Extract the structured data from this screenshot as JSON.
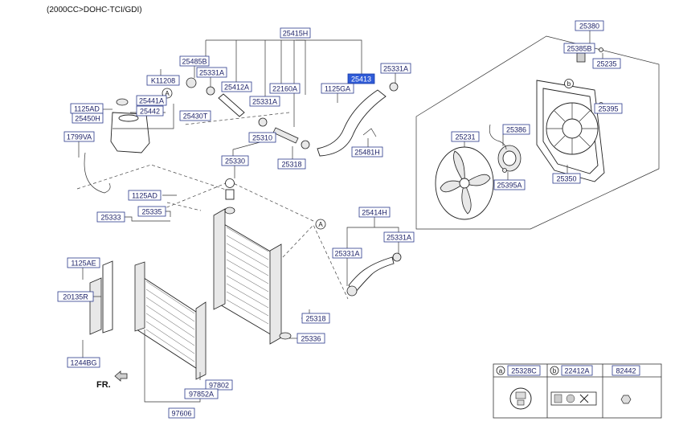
{
  "header": {
    "title": "(2000CC>DOHC-TCI/GDI)"
  },
  "labels": [
    "25415H",
    "25485B",
    "25331A",
    "K11208",
    "25412A",
    "22160A",
    "25331A",
    "25413",
    "25331A",
    "1125GA",
    "25441A",
    "25442",
    "1125AD",
    "25450H",
    "25430T",
    "1799VA",
    "25310",
    "25318",
    "25481H",
    "25330",
    "1125AD",
    "25335",
    "25333",
    "25414H",
    "25331A",
    "25331A",
    "1125AE",
    "20135R",
    "25318",
    "25336",
    "1244BG",
    "97802",
    "97852A",
    "97606",
    "25380",
    "25385B",
    "25235",
    "25395",
    "25386",
    "25231",
    "25395A",
    "25350"
  ],
  "selected_index": 7,
  "circle_markers": [
    "A",
    "A",
    "b"
  ],
  "front_indicator": "FR.",
  "legend": {
    "items": [
      {
        "marker": "a",
        "code": "25328C"
      },
      {
        "marker": "b",
        "code": "22412A"
      },
      {
        "marker": "",
        "code": "82442"
      }
    ]
  }
}
